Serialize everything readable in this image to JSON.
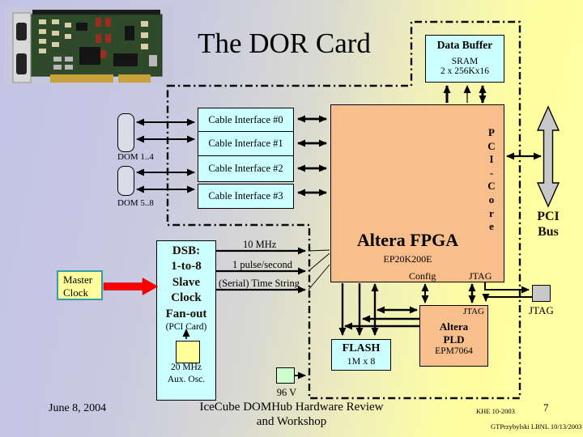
{
  "title": "The DOR Card",
  "photo": {
    "alt": "DOR PCI card photograph"
  },
  "data_buffer": {
    "title": "Data Buffer",
    "sub1": "SRAM",
    "sub2": "2 x 256Kx16"
  },
  "cable_interfaces": [
    "Cable Interface #0",
    "Cable Interface #1",
    "Cable Interface #2",
    "Cable Interface #3"
  ],
  "dom_groups": [
    "DOM 1..4",
    "DOM 5..8"
  ],
  "fpga": {
    "name": "Altera FPGA",
    "part": "EP20K200E",
    "config": "Config",
    "jtag": "JTAG",
    "pci_core": [
      "P",
      "C",
      "I",
      "-",
      "C",
      "o",
      "r",
      "e"
    ]
  },
  "pci_bus": {
    "word1": "PCI",
    "word2": "Bus"
  },
  "pld": {
    "jtag": "JTAG",
    "name1": "Altera",
    "name2": "PLD",
    "part": "EPM7064"
  },
  "flash": {
    "name": "FLASH",
    "size": "1M x 8"
  },
  "jtag_connector_label": "JTAG",
  "dsb": {
    "lines": [
      "DSB:",
      "1-to-8",
      "Slave",
      "Clock",
      "Fan-out"
    ],
    "sub": "(PCI Card)",
    "osc1": "20 MHz",
    "osc2": "Aux. Osc."
  },
  "master_clock": {
    "line1": "Master",
    "line2": "Clock"
  },
  "signals": [
    "10 MHz",
    "1 pulse/second",
    "(Serial) Time String"
  ],
  "power_label": "96 V",
  "footer": {
    "date": "June 8, 2004",
    "event1": "IceCube DOMHub Hardware Review",
    "event2": "and Workshop",
    "ref": "KHE 10-2003",
    "page": "7",
    "credit": "GTPrzybylski LBNL 10/13/2003"
  },
  "colors": {
    "box_cyan": "#ccffff",
    "box_orange": "#f8be8c",
    "box_yellow": "#ffff9c",
    "box_green": "#ccffcc",
    "connector_gray": "#c8c8c8",
    "arrow_red": "#ff0000",
    "master_clock_border": "#2fa0a8",
    "background_left": "#c2c2e6",
    "background_right": "#ffffa4"
  }
}
